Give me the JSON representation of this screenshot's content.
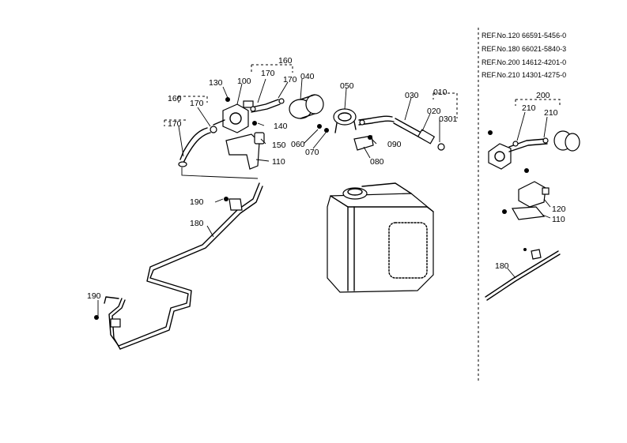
{
  "labels": {
    "p010": "010",
    "p020": "020",
    "p030": "030",
    "p0301": "0301",
    "p040": "040",
    "p050": "050",
    "p060": "060",
    "p070": "070",
    "p080": "080",
    "p090": "090",
    "p100": "100",
    "p110": "110",
    "p130": "130",
    "p140": "140",
    "p150": "150",
    "p160a": "160",
    "p160b": "160",
    "p170a": "170",
    "p170b": "170",
    "p170c": "170",
    "p170d": "170",
    "p180": "180",
    "p190a": "190",
    "p190b": "190",
    "s200": "200",
    "s210a": "210",
    "s210b": "210",
    "s120": "120",
    "s110": "110",
    "s180": "180"
  },
  "refs": [
    "REF.No.120 66591-5456-0",
    "REF.No.180 66021-5840-3",
    "REF.No.200 14612-4201-0",
    "REF.No.210 14301-4275-0"
  ]
}
